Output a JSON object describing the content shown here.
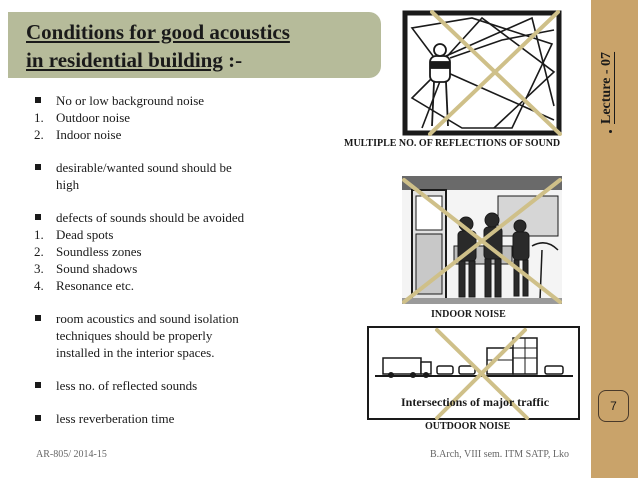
{
  "lecture": "Lecture - 07",
  "page_number": "7",
  "title": {
    "line1": "Conditions for good acoustics",
    "line2": "in residential building",
    "line2_suffix": " :-"
  },
  "items": [
    {
      "marker": "bullet",
      "text": "No or low background noise"
    },
    {
      "marker": "1.",
      "text": "Outdoor noise"
    },
    {
      "marker": "2.",
      "text": "Indoor noise"
    },
    {
      "marker": "bullet",
      "lines": [
        "desirable/wanted sound should be",
        "high"
      ]
    },
    {
      "marker": "bullet",
      "text": "defects of sounds should be avoided"
    },
    {
      "marker": "1.",
      "text": "Dead spots"
    },
    {
      "marker": "2.",
      "text": "Soundless zones"
    },
    {
      "marker": "3.",
      "text": "Sound shadows"
    },
    {
      "marker": "4.",
      "text": "Resonance etc."
    },
    {
      "marker": "bullet",
      "lines": [
        "room acoustics and sound isolation",
        "techniques should be properly",
        "installed in the interior spaces."
      ]
    },
    {
      "marker": "bullet",
      "text": "less no. of reflected sounds"
    },
    {
      "marker": "bullet",
      "text": "less reverberation time"
    }
  ],
  "figures": {
    "reflections_caption": "MULTIPLE NO. OF REFLECTIONS OF SOUND",
    "indoor_caption": "INDOOR NOISE",
    "outdoor_caption": "OUTDOOR NOISE",
    "outdoor_inner_label": "Intersections of major traffic"
  },
  "footer": {
    "left": "AR-805/ 2014-15",
    "right": "B.Arch, VIII sem. ITM SATP, Lko"
  },
  "colors": {
    "band": "#c9a36a",
    "title_box": "#b6bb9a",
    "cross": "#cfc089"
  }
}
